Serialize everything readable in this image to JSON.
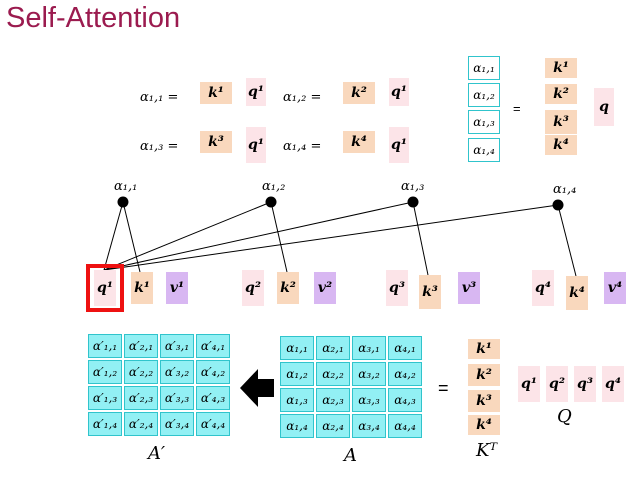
{
  "title": "Self-Attention",
  "equations": {
    "a11": "α₁,₁ =",
    "a12": "α₁,₂ =",
    "a13": "α₁,₃ =",
    "a14": "α₁,₄ =",
    "k1": "k¹",
    "k2": "k²",
    "k3": "k³",
    "k4": "k⁴",
    "q1": "q¹"
  },
  "column_eq": {
    "alphas": [
      "α₁,₁",
      "α₁,₂",
      "α₁,₃",
      "α₁,₄"
    ],
    "equals": "=",
    "keys": [
      "k¹",
      "k²",
      "k³",
      "k⁴"
    ],
    "q": "q"
  },
  "node_labels": [
    "α₁,₁",
    "α₁,₂",
    "α₁,₃",
    "α₁,₄"
  ],
  "tokens": [
    {
      "q": "q¹",
      "k": "k¹",
      "v": "v¹"
    },
    {
      "q": "q²",
      "k": "k²",
      "v": "v²"
    },
    {
      "q": "q³",
      "k": "k³",
      "v": "v³"
    },
    {
      "q": "q⁴",
      "k": "k⁴",
      "v": "v⁴"
    }
  ],
  "matrix_A_prime": [
    [
      "α′₁,₁",
      "α′₂,₁",
      "α′₃,₁",
      "α′₄,₁"
    ],
    [
      "α′₁,₂",
      "α′₂,₂",
      "α′₃,₂",
      "α′₄,₂"
    ],
    [
      "α′₁,₃",
      "α′₂,₃",
      "α′₃,₃",
      "α′₄,₃"
    ],
    [
      "α′₁,₄",
      "α′₂,₄",
      "α′₃,₄",
      "α′₄,₄"
    ]
  ],
  "matrix_A": [
    [
      "α₁,₁",
      "α₂,₁",
      "α₃,₁",
      "α₄,₁"
    ],
    [
      "α₁,₂",
      "α₂,₂",
      "α₃,₂",
      "α₄,₂"
    ],
    [
      "α₁,₃",
      "α₂,₃",
      "α₃,₃",
      "α₄,₃"
    ],
    [
      "α₁,₄",
      "α₂,₄",
      "α₃,₄",
      "α₄,₄"
    ]
  ],
  "KT": [
    "k¹",
    "k²",
    "k³",
    "k⁴"
  ],
  "Q": [
    "q¹",
    "q²",
    "q³",
    "q⁴"
  ],
  "labels": {
    "A_prime": "A′",
    "A": "A",
    "KT": "Kᵀ",
    "Q": "Q",
    "equals": "="
  },
  "colors": {
    "title": "#9b1b4f",
    "key": "#f9d8bd",
    "query": "#fce4e8",
    "value": "#d8b7f2",
    "alpha_fill": "#92f0f4",
    "alpha_border": "#30c4cc",
    "highlight": "#ee1111"
  }
}
